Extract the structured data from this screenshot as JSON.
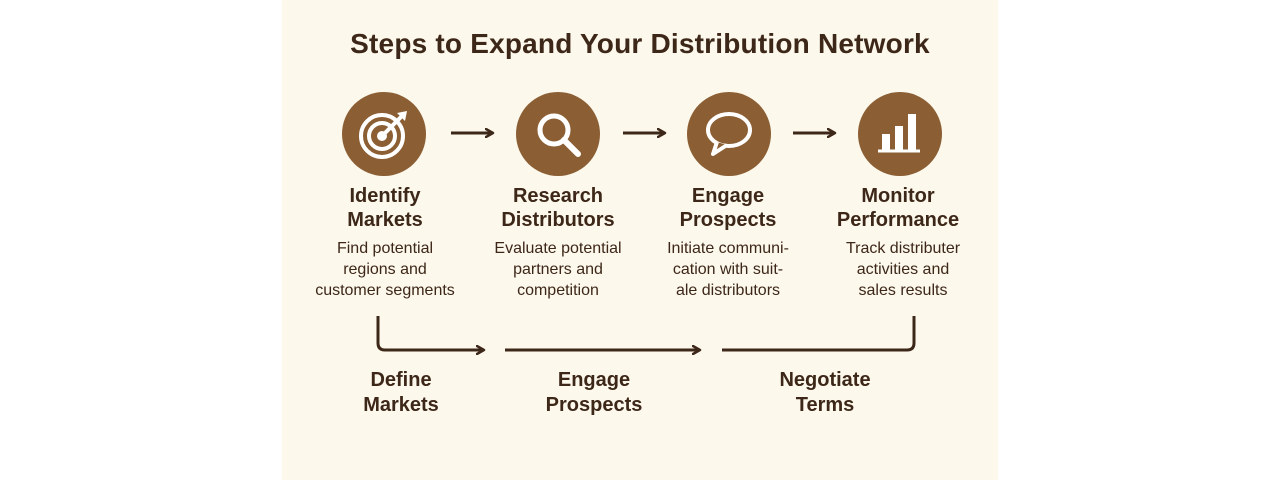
{
  "title": "Steps to Expand Your Distribution Network",
  "colors": {
    "background_panel": "#fcf8ec",
    "circle_fill": "#8b5e34",
    "text": "#3d2718",
    "arrows": "#3d2718"
  },
  "steps": [
    {
      "icon": "target-icon",
      "title_lines": [
        "Identify",
        "Markets"
      ],
      "desc_lines": [
        "Find potential",
        "regions and",
        "customer segments"
      ]
    },
    {
      "icon": "magnifier-icon",
      "title_lines": [
        "Research",
        "Distributors"
      ],
      "desc_lines": [
        "Evaluate potential",
        "partners and",
        "competition"
      ]
    },
    {
      "icon": "chat-bubble-icon",
      "title_lines": [
        "Engage",
        "Prospects"
      ],
      "desc_lines": [
        "Initiate communi-",
        "cation with suit-",
        "ale distributors"
      ]
    },
    {
      "icon": "bar-chart-icon",
      "title_lines": [
        "Monitor",
        "Performance"
      ],
      "desc_lines": [
        "Track distributer",
        "activities and",
        "sales results"
      ]
    }
  ],
  "bottom_labels": [
    {
      "lines": [
        "Define",
        "Markets"
      ]
    },
    {
      "lines": [
        "Engage",
        "Prospects"
      ]
    },
    {
      "lines": [
        "Negotiate",
        "Terms"
      ]
    }
  ]
}
